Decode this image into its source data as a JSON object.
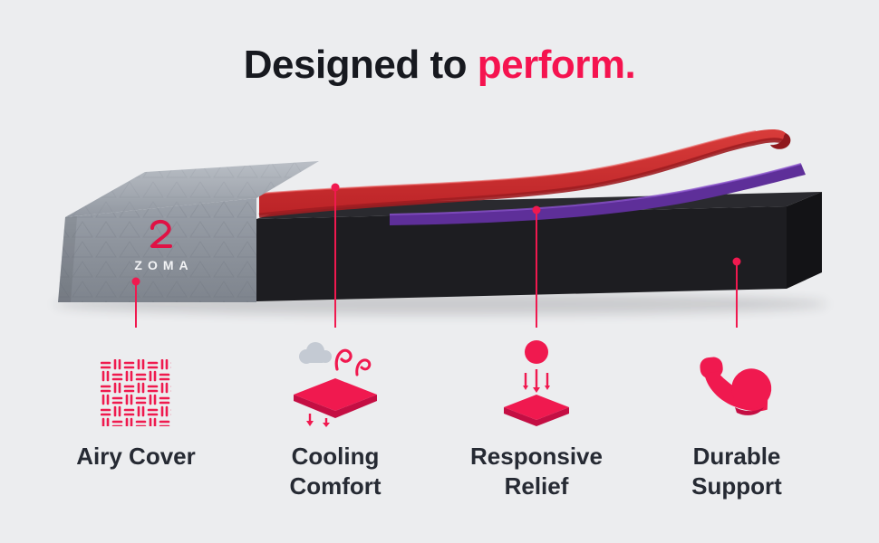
{
  "title": {
    "prefix": "Designed to ",
    "highlight": "perform."
  },
  "brand": {
    "name": "ZOMA"
  },
  "colors": {
    "background": "#ECEDEF",
    "accent_pink": "#F0194F",
    "headline_text": "#17191F",
    "label_text": "#262A33",
    "red_comfort_layer": "#CE2B2E",
    "purple_transition_layer": "#5E2F99",
    "black_base_layer": "#1D1D21",
    "gray_cover": "#959BA4"
  },
  "features": [
    {
      "icon": "woven-fabric-icon",
      "lines": [
        "Airy Cover"
      ]
    },
    {
      "icon": "cooling-layer-icon",
      "lines": [
        "Cooling",
        "Comfort"
      ]
    },
    {
      "icon": "responsive-ball-icon",
      "lines": [
        "Responsive",
        "Relief"
      ]
    },
    {
      "icon": "flexed-arm-icon",
      "lines": [
        "Durable",
        "Support"
      ]
    }
  ]
}
